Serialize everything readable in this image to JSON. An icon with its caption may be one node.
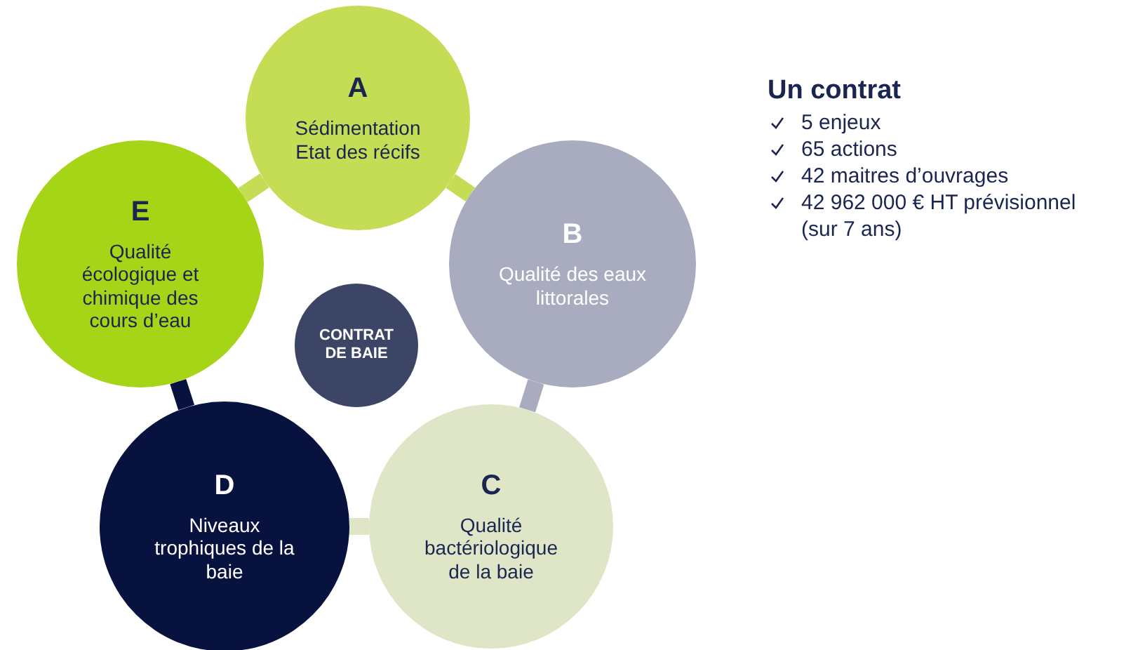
{
  "diagram": {
    "nodes": [
      {
        "text": [
          "A",
          "Sédimentation Etat des récifs"
        ]
      },
      {
        "text": [
          "B",
          "Qualité des eaux littorales"
        ]
      },
      {
        "text": [
          "C",
          "Qualité bactériologique de la baie"
        ]
      },
      {
        "text": [
          "D",
          "Niveaux trophiques de la baie"
        ]
      },
      {
        "text": [
          "E",
          "Qualité écologique et chimique des cours d’eau"
        ]
      },
      {
        "text": [
          "CONTRAT DE BAIE"
        ]
      }
    ],
    "edges": [
      {
        "from": 0,
        "to": 1,
        "arrow": "none",
        "color": "#c5dc55"
      },
      {
        "from": 1,
        "to": 2,
        "arrow": "none",
        "color": "#a9acbe"
      },
      {
        "from": 2,
        "to": 3,
        "arrow": "none",
        "color": "#dfe6c8"
      },
      {
        "from": 3,
        "to": 4,
        "arrow": "none",
        "color": "#07123f"
      },
      {
        "from": 4,
        "to": 0,
        "arrow": "none",
        "color": "#c5dc55"
      }
    ],
    "labels": [
      "Un contrat",
      "5 enjeux",
      "65 actions",
      "42 maitres d’ouvrages",
      "42 962 000 € HT prévisionnel (sur 7 ans)"
    ]
  }
}
